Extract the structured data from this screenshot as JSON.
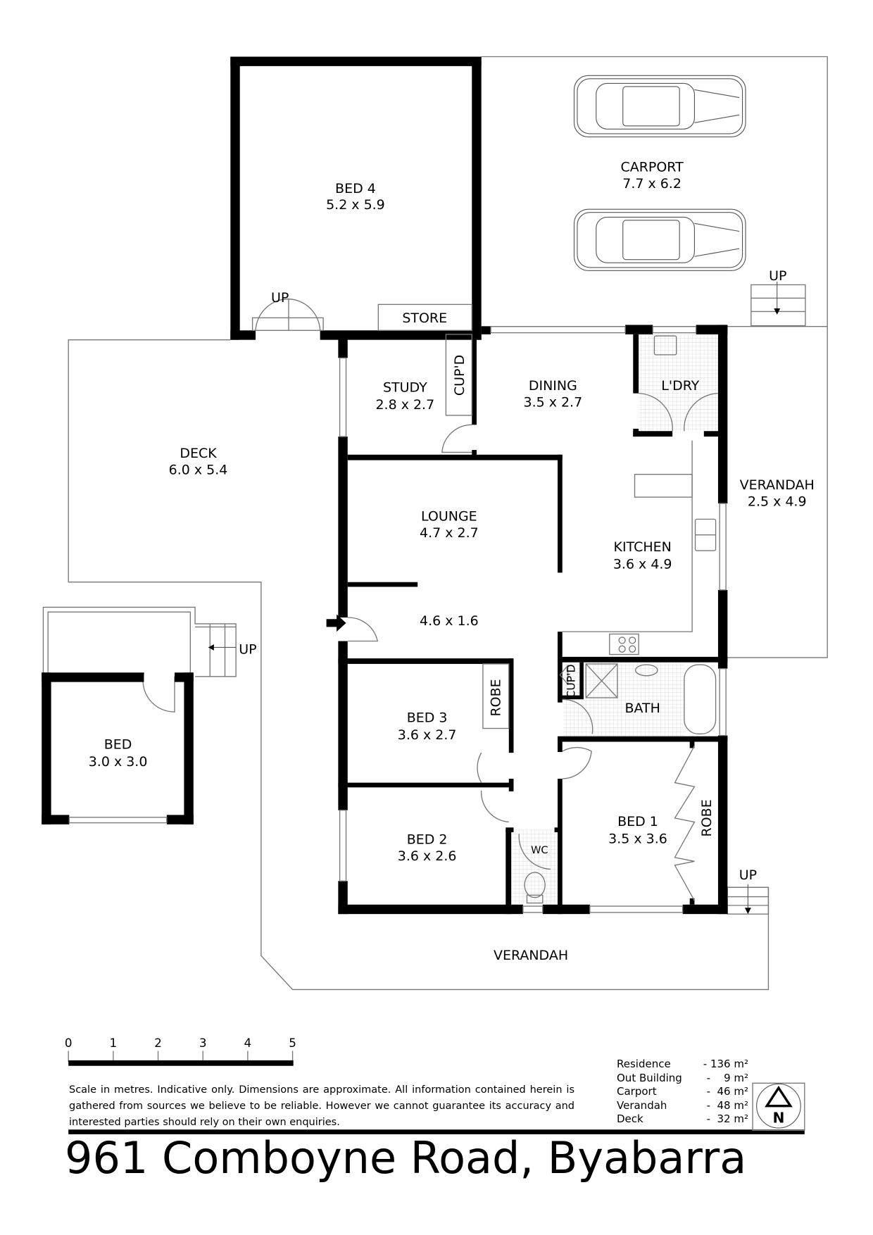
{
  "rooms": {
    "bed4": {
      "name": "BED 4",
      "size": "5.2 x 5.9"
    },
    "carport": {
      "name": "CARPORT",
      "size": "7.7 x 6.2"
    },
    "store": {
      "name": "STORE"
    },
    "study": {
      "name": "STUDY",
      "size": "2.8 x 2.7"
    },
    "cupd1": {
      "name": "CUP'D"
    },
    "dining": {
      "name": "DINING",
      "size": "3.5 x 2.7"
    },
    "laundry": {
      "name": "L'DRY"
    },
    "deck": {
      "name": "DECK",
      "size": "6.0 x 5.4"
    },
    "verandah_east": {
      "name": "VERANDAH",
      "size": "2.5 x 4.9"
    },
    "lounge": {
      "name": "LOUNGE",
      "size": "4.7 x 2.7"
    },
    "kitchen": {
      "name": "KITCHEN",
      "size": "3.6 x 4.9"
    },
    "entry": {
      "size": "4.6 x 1.6"
    },
    "bed3": {
      "name": "BED 3",
      "size": "3.6 x 2.7"
    },
    "robe3": {
      "name": "ROBE"
    },
    "cupd2": {
      "name": "CUP'D"
    },
    "bath": {
      "name": "BATH"
    },
    "bed2": {
      "name": "BED 2",
      "size": "3.6 x 2.6"
    },
    "wc": {
      "name": "WC"
    },
    "bed1": {
      "name": "BED 1",
      "size": "3.5 x 3.6"
    },
    "robe1": {
      "name": "ROBE"
    },
    "outbed": {
      "name": "BED",
      "size": "3.0 x 3.0"
    },
    "verandah_south": {
      "name": "VERANDAH"
    }
  },
  "stairs": {
    "up1": "UP",
    "up2": "UP",
    "up3": "UP",
    "up4": "UP"
  },
  "scale": {
    "ticks": [
      "0",
      "1",
      "2",
      "3",
      "4",
      "5"
    ],
    "unit": "metres"
  },
  "disclaimer": "Scale in metres. Indicative only. Dimensions are approximate.  All information contained herein is gathered from sources we believe to be reliable. However we cannot guarantee its accuracy and interested parties should rely on their own enquiries.",
  "areas": [
    {
      "label": "Residence",
      "value": "- 136 m²"
    },
    {
      "label": "Out Building",
      "value": "-    9 m²"
    },
    {
      "label": "Carport",
      "value": "-  46 m²"
    },
    {
      "label": "Verandah",
      "value": "-  48 m²"
    },
    {
      "label": "Deck",
      "value": "-  32 m²"
    }
  ],
  "compass": {
    "letter": "N"
  },
  "address": "961 Comboyne Road, Byabarra"
}
